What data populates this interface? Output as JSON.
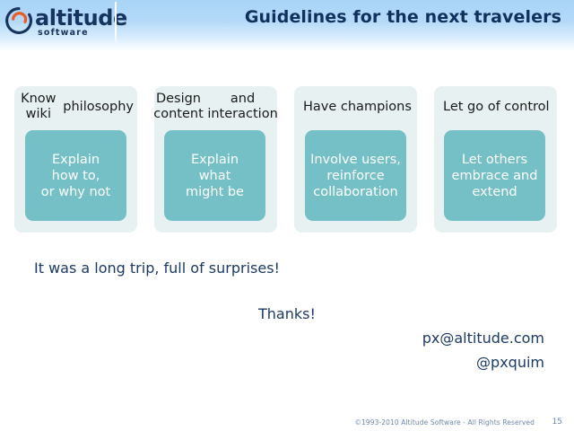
{
  "header": {
    "title": "Guidelines for the next travelers",
    "logo": {
      "name": "altitude",
      "tagline": "software",
      "mark_icon": "altitude-ring-icon",
      "ring_color": "#17335f",
      "accent_color": "#ef5a24"
    },
    "background_top_color": "#a8d4f7"
  },
  "cards": [
    {
      "heading": "Know wiki philosophy",
      "heading_lines": [
        "Know wiki",
        "philosophy"
      ],
      "body": "Explain how to, or why not",
      "body_lines": [
        "Explain",
        "how to,",
        "or why not"
      ],
      "single_line_heading": false
    },
    {
      "heading": "Design content and interaction",
      "heading_lines": [
        "Design content",
        "and interaction"
      ],
      "body": "Explain what might be",
      "body_lines": [
        "Explain",
        "what",
        "might be"
      ],
      "single_line_heading": false
    },
    {
      "heading": "Have champions",
      "heading_lines": [
        "Have champions"
      ],
      "body": "Involve users, reinforce collaboration",
      "body_lines": [
        "Involve users,",
        "reinforce",
        "collaboration"
      ],
      "single_line_heading": true
    },
    {
      "heading": "Let go of control",
      "heading_lines": [
        "Let go of control"
      ],
      "body": "Let others embrace and extend",
      "body_lines": [
        "Let others",
        "embrace and",
        "extend"
      ],
      "single_line_heading": true
    }
  ],
  "card_colors": {
    "panel": "#e7f1f2",
    "box": "#74c0c6",
    "heading_text": "#1a1a1a",
    "box_text": "#ffffff"
  },
  "body": {
    "closing_line": "It was a long trip, full of surprises!",
    "thanks": "Thanks!",
    "email": "px@altitude.com",
    "twitter": "@pxquim",
    "text_color": "#1b3a66"
  },
  "footer": {
    "copyright": "©1993-2010 Altitude Software - All Rights Reserved",
    "page_number": "15",
    "text_color": "#6e86ad"
  }
}
